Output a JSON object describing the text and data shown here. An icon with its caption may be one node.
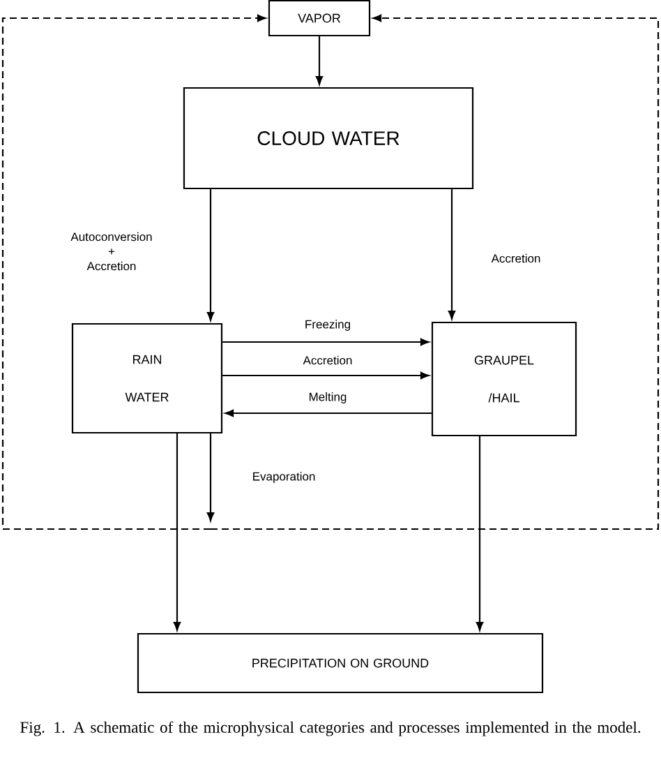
{
  "diagram": {
    "caption": "Fig. 1. A schematic of the microphysical categories and processes implemented in the model.",
    "nodes": [
      {
        "text": [
          "VAPOR"
        ]
      },
      {
        "text": [
          "CLOUD WATER"
        ]
      },
      {
        "text": [
          "RAIN WATER"
        ]
      },
      {
        "text": [
          "GRAUPEL /HAIL"
        ]
      },
      {
        "text": [
          "PRECIPITATION ON GROUND"
        ]
      }
    ],
    "edges": [
      {
        "from": 0,
        "to": 1,
        "arrow": "to"
      },
      {
        "from": 1,
        "to": 2,
        "arrow": "to",
        "label": "Autoconversion + Accretion"
      },
      {
        "from": 1,
        "to": 3,
        "arrow": "to",
        "label": "Accretion"
      },
      {
        "from": 2,
        "to": 3,
        "arrow": "to",
        "label": "Freezing"
      },
      {
        "from": 2,
        "to": 3,
        "arrow": "to",
        "label": "Accretion"
      },
      {
        "from": 3,
        "to": 2,
        "arrow": "to",
        "label": "Melting"
      },
      {
        "from": 2,
        "to": null,
        "arrow": "to",
        "label": "Evaporation"
      },
      {
        "from": 2,
        "to": 4,
        "arrow": "to"
      },
      {
        "from": 3,
        "to": 4,
        "arrow": "to"
      },
      {
        "from": null,
        "to": 0,
        "arrow": "to",
        "style": "dashed"
      },
      {
        "from": null,
        "to": 0,
        "arrow": "to",
        "style": "dashed"
      }
    ]
  }
}
